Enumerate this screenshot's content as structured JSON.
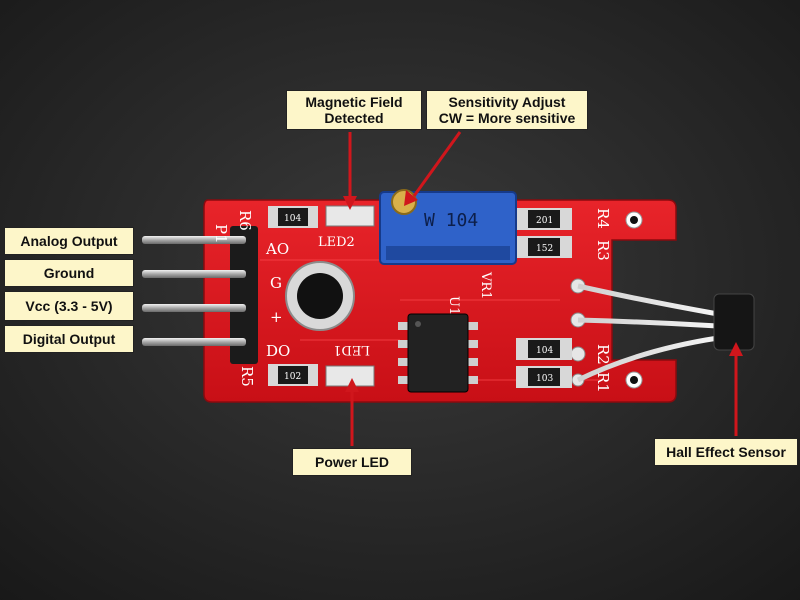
{
  "labels": {
    "analog_output": "Analog Output",
    "ground": "Ground",
    "vcc": "Vcc (3.3 - 5V)",
    "digital_output": "Digital Output",
    "magnetic_field_line1": "Magnetic Field",
    "magnetic_field_line2": "Detected",
    "sensitivity_line1": "Sensitivity Adjust",
    "sensitivity_line2": "CW = More sensitive",
    "power_led": "Power LED",
    "hall_effect_sensor": "Hall Effect Sensor"
  },
  "silkscreen": {
    "p1": "P1",
    "r6": "R6",
    "r5": "R5",
    "r4": "R4",
    "r3": "R3",
    "r2": "R2",
    "r1": "R1",
    "led2": "LED2",
    "led1": "LED1",
    "vr1": "VR1",
    "u1": "U1",
    "ao": "AO",
    "g": "G",
    "plus": "+",
    "do": "DO",
    "pot_marking": "W 104",
    "res_104": "104",
    "res_201": "201",
    "res_152": "152",
    "res_102": "102",
    "res_104b": "104",
    "res_103": "103"
  },
  "colors": {
    "background": "#1f1f1f",
    "pcb": "#e0161d",
    "label_fill": "#fdf6c9",
    "arrow": "#d0161c",
    "potentiometer": "#2f62c9"
  }
}
